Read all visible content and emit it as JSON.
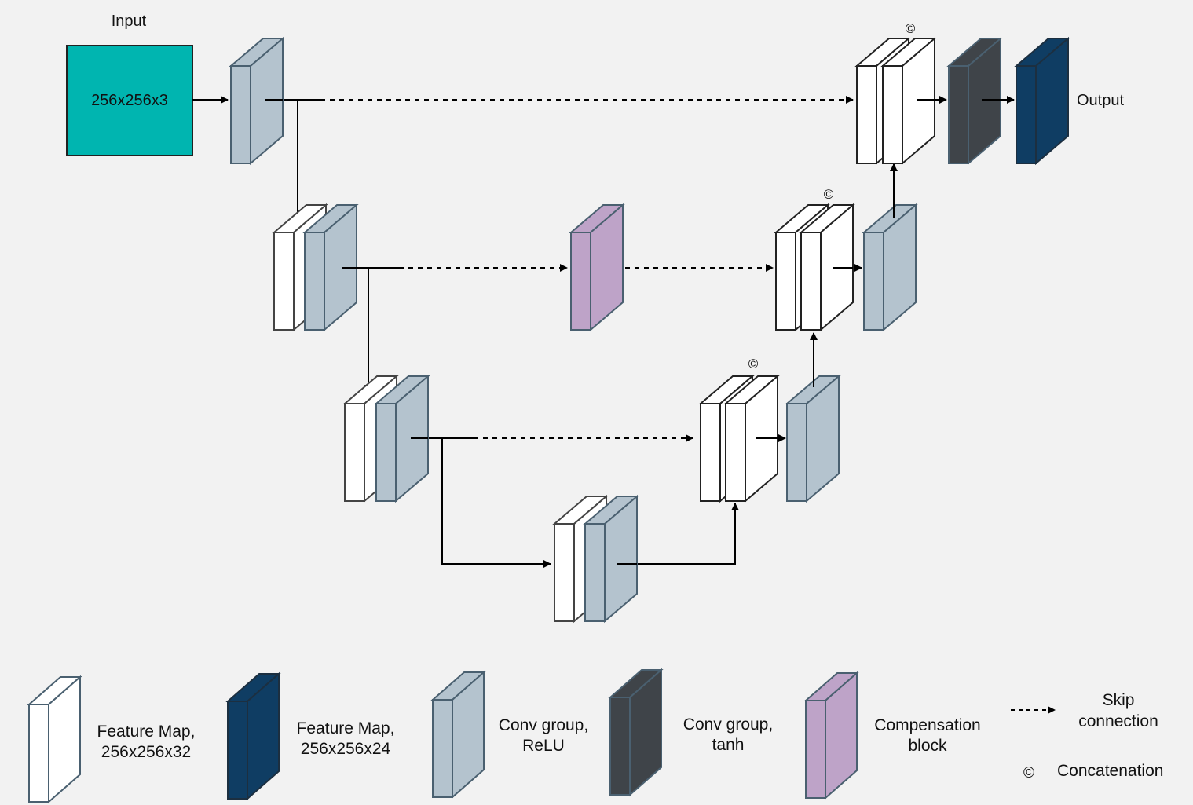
{
  "diagram": {
    "input_label": "Input",
    "input_dims": "256x256x3",
    "output_label": "Output",
    "concat_symbol": "©"
  },
  "legend": {
    "feature_map_32": [
      "Feature Map,",
      "256x256x32"
    ],
    "feature_map_24": [
      "Feature Map,",
      "256x256x24"
    ],
    "conv_relu": [
      "Conv group,",
      "ReLU"
    ],
    "conv_tanh": [
      "Conv group,",
      "tanh"
    ],
    "compensation": [
      "Compensation",
      "block"
    ],
    "skip": [
      "Skip",
      "connection"
    ],
    "concatenation": "Concatenation"
  },
  "colors": {
    "input": "#00b5b0",
    "feature_map_32": "#ffffff",
    "feature_map_24": "#0f3d63",
    "conv_relu": "#b4c3ce",
    "conv_tanh": "#3f4449",
    "compensation": "#bea3c8"
  }
}
